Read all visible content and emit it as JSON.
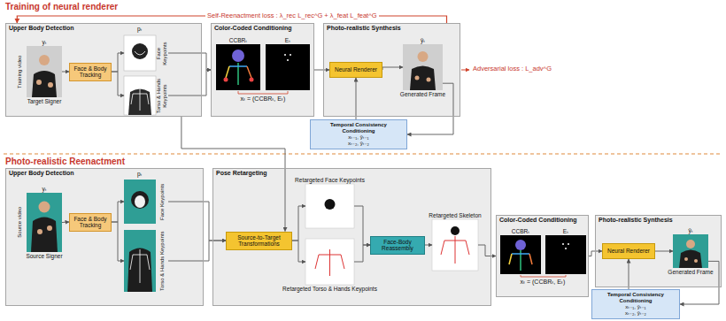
{
  "diagram": {
    "nodes": [
      {
        "text": [
          "Upper Body Detection"
        ]
      },
      {
        "text": [
          "yₜ",
          "Target Signer"
        ],
        "in": 0
      },
      {
        "text": [
          "Face & Body Tracking"
        ],
        "in": 0
      },
      {
        "text": [
          "Face Keypoints"
        ],
        "in": 0
      },
      {
        "text": [
          "Torso & Hands Keypoints"
        ],
        "in": 0
      },
      {
        "text": [
          "Color-Coded Conditioning"
        ]
      },
      {
        "text": [
          "CCBRₜ"
        ],
        "in": 5
      },
      {
        "text": [
          "Eₜ"
        ],
        "in": 5
      },
      {
        "text": [
          "Photo-realistic Synthesis"
        ]
      },
      {
        "text": [
          "Neural Renderer"
        ],
        "in": 8
      },
      {
        "text": [
          "ŷₜ",
          "Generated Frame"
        ],
        "in": 8
      },
      {
        "text": [
          "Temporal Consistency Conditioning",
          "xₜ₋₁, ŷₜ₋₁",
          "xₜ₋₂, ŷₜ₋₂"
        ]
      },
      {
        "text": [
          "Upper Body Detection"
        ]
      },
      {
        "text": [
          "yₜ",
          "Source Signer"
        ],
        "in": 12
      },
      {
        "text": [
          "Face & Body Tracking"
        ],
        "in": 12
      },
      {
        "text": [
          "Face Keypoints"
        ],
        "in": 12
      },
      {
        "text": [
          "Torso & Hands Keypoints"
        ],
        "in": 12
      },
      {
        "text": [
          "Pose Retargeting"
        ]
      },
      {
        "text": [
          "Source-to-Target Transformations"
        ],
        "in": 17
      },
      {
        "text": [
          "Retargeted Face Keypoints"
        ],
        "in": 17
      },
      {
        "text": [
          "Retargeted Torso & Hands Keypoints"
        ],
        "in": 17
      },
      {
        "text": [
          "Face-Body Reassembly"
        ],
        "in": 17
      },
      {
        "text": [
          "Retargeted Skeleton"
        ],
        "in": 17
      },
      {
        "text": [
          "Color-Coded Conditioning"
        ]
      },
      {
        "text": [
          "CCBRₜ"
        ],
        "in": 23
      },
      {
        "text": [
          "Eₜ"
        ],
        "in": 23
      },
      {
        "text": [
          "Photo-realistic Synthesis"
        ]
      },
      {
        "text": [
          "Neural Renderer"
        ],
        "in": 26
      },
      {
        "text": [
          "ŷₜ",
          "Generated Frame"
        ],
        "in": 26
      },
      {
        "text": [
          "Temporal Consistency Conditioning",
          "xₜ₋₁, ŷₜ₋₁",
          "xₜ₋₂, ŷₜ₋₂"
        ]
      }
    ],
    "edges": [
      {
        "from": 1,
        "to": 2,
        "arrow": "to"
      },
      {
        "from": 2,
        "to": 3,
        "arrow": "to"
      },
      {
        "from": 2,
        "to": 4,
        "arrow": "to"
      },
      {
        "from": 3,
        "to": 5,
        "arrow": "to"
      },
      {
        "from": 4,
        "to": 5,
        "arrow": "to"
      },
      {
        "from": 5,
        "to": 9,
        "arrow": "to"
      },
      {
        "from": 9,
        "to": 10,
        "arrow": "to"
      },
      {
        "from": 10,
        "to": 11,
        "arrow": "to"
      },
      {
        "from": 11,
        "to": 9,
        "arrow": "to"
      },
      {
        "from": 8,
        "to": 0,
        "label": "Self-Reenactment loss : λ_rec L_rec^G + λ_feat L_feat^G",
        "arrow": "to"
      },
      {
        "from": 0,
        "to": 18,
        "arrow": "to"
      },
      {
        "from": 13,
        "to": 14,
        "arrow": "to"
      },
      {
        "from": 14,
        "to": 15,
        "arrow": "to"
      },
      {
        "from": 14,
        "to": 16,
        "arrow": "to"
      },
      {
        "from": 15,
        "to": 18,
        "arrow": "to"
      },
      {
        "from": 16,
        "to": 18,
        "arrow": "to"
      },
      {
        "from": 18,
        "to": 19,
        "arrow": "to"
      },
      {
        "from": 18,
        "to": 20,
        "arrow": "to"
      },
      {
        "from": 19,
        "to": 21,
        "arrow": "to"
      },
      {
        "from": 20,
        "to": 21,
        "arrow": "to"
      },
      {
        "from": 21,
        "to": 22,
        "arrow": "to"
      },
      {
        "from": 22,
        "to": 23,
        "arrow": "to"
      },
      {
        "from": 23,
        "to": 27,
        "arrow": "to"
      },
      {
        "from": 27,
        "to": 28,
        "arrow": "to"
      },
      {
        "from": 28,
        "to": 29,
        "arrow": "to"
      },
      {
        "from": 29,
        "to": 27,
        "arrow": "to"
      }
    ],
    "labels": [
      "Training of neural renderer",
      "Photo-realistic Reenactment",
      "Training video",
      "pₜ",
      "xₜ = (CCBRₜ, Eₜ)",
      "Adversarial loss : L_adv^G",
      "Source video",
      "pₜ",
      "xₜ = (CCBRₜ, Eₜ)"
    ]
  }
}
